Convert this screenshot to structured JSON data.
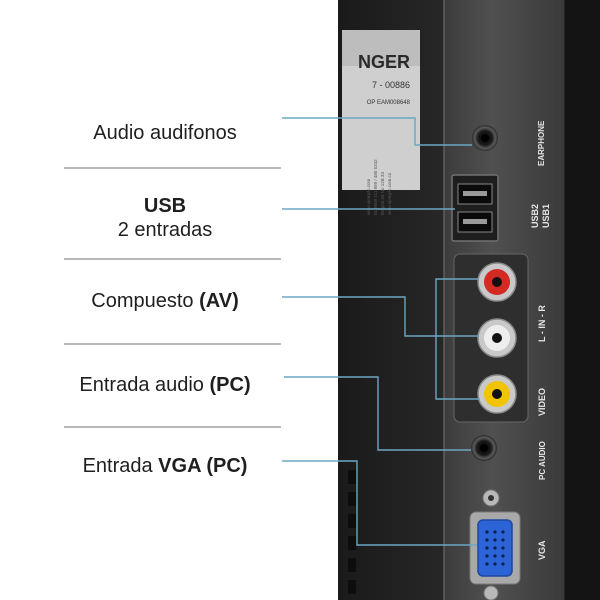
{
  "labels": {
    "earphone": {
      "text": "Audio audifonos"
    },
    "usb": {
      "title": "USB",
      "subtitle": "2 entradas"
    },
    "av": {
      "text": "Compuesto ",
      "bold": "(AV)"
    },
    "pc_audio": {
      "text": "Entrada audio ",
      "bold": "(PC)"
    },
    "vga": {
      "text": "Entrada ",
      "bold": "VGA (PC)"
    }
  },
  "panel": {
    "sticker_brand": "NGER",
    "sticker_serial": "7 - 00886",
    "sticker_op": "OP EAM008648",
    "sticker_lines": [
      "www.ejemplo.com",
      "01 8000 111 999 / 485 5342",
      "Bogota 55 No 12B 34",
      "www.ejemplo.com.co"
    ],
    "port_labels": {
      "earphone": "EARPHONE",
      "usb2": "USB2",
      "usb1": "USB1",
      "lr": "L - IN - R",
      "video": "VIDEO",
      "pc_audio": "PC AUDIO",
      "vga": "VGA"
    }
  },
  "colors": {
    "leader": "#6aa7c2",
    "separator": "#b9b9b9",
    "rca_red": "#d32a23",
    "rca_white": "#eeeeee",
    "rca_yellow": "#f1c400",
    "vga_blue": "#2c63d6"
  }
}
